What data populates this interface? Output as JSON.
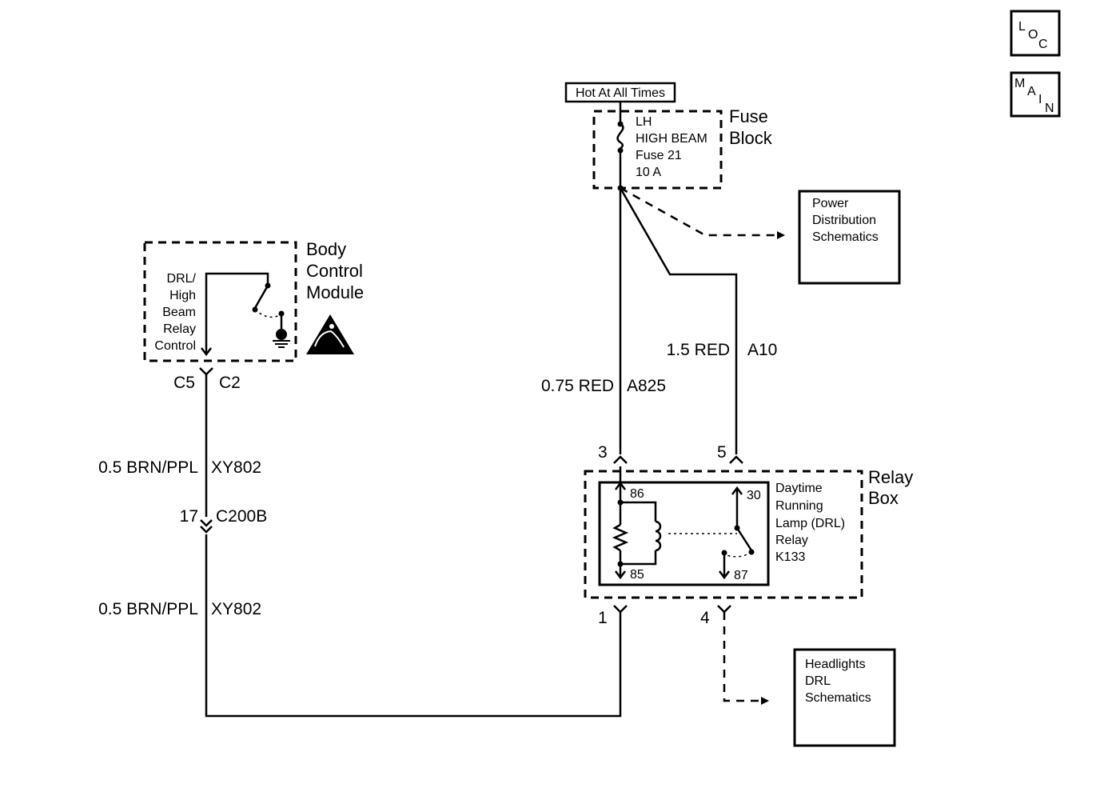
{
  "nav": {
    "loc": {
      "l": "L",
      "o": "O",
      "c": "C"
    },
    "main": {
      "m": "M",
      "a": "A",
      "i": "I",
      "n": "N"
    }
  },
  "power": {
    "hot_label": "Hot At All Times"
  },
  "fuse_block": {
    "title_line1": "Fuse",
    "title_line2": "Block",
    "fuse_line1": "LH",
    "fuse_line2": "HIGH BEAM",
    "fuse_line3": "Fuse 21",
    "fuse_line4": "10 A"
  },
  "power_distribution": {
    "line1": "Power",
    "line2": "Distribution",
    "line3": "Schematics"
  },
  "bcm": {
    "title_line1": "Body",
    "title_line2": "Control",
    "title_line3": "Module",
    "switch_line1": "DRL/",
    "switch_line2": "High",
    "switch_line3": "Beam",
    "switch_line4": "Relay",
    "switch_line5": "Control",
    "pin": "C5",
    "connector": "C2"
  },
  "wires": {
    "xy802_top_gauge": "0.5 BRN/PPL",
    "xy802_top_circuit": "XY802",
    "c200b_pin": "17",
    "c200b_name": "C200B",
    "xy802_bottom_gauge": "0.5 BRN/PPL",
    "xy802_bottom_circuit": "XY802",
    "a825_gauge": "0.75 RED",
    "a825_circuit": "A825",
    "a10_gauge": "1.5 RED",
    "a10_circuit": "A10"
  },
  "relay_box": {
    "title_line1": "Relay",
    "title_line2": "Box",
    "pin_3": "3",
    "pin_5": "5",
    "pin_1": "1",
    "pin_4": "4",
    "terminal_86": "86",
    "terminal_85": "85",
    "terminal_30": "30",
    "terminal_87": "87",
    "relay_line1": "Daytime",
    "relay_line2": "Running",
    "relay_line3": "Lamp (DRL)",
    "relay_line4": "Relay",
    "relay_line5": "K133"
  },
  "headlights": {
    "line1": "Headlights",
    "line2": "DRL",
    "line3": "Schematics"
  }
}
